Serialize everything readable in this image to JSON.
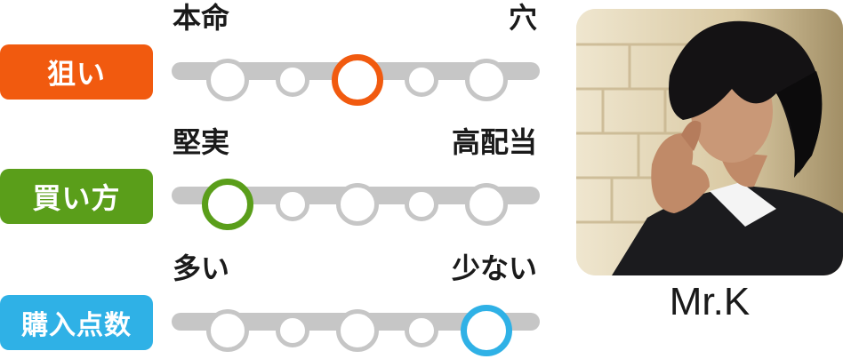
{
  "colors": {
    "track": "#c6c6c6",
    "row1_accent": "#f15a0f",
    "row2_accent": "#5a9e1a",
    "row3_accent": "#2fb1e6",
    "text": "#1a1a1a",
    "badge_text": "#ffffff"
  },
  "rows": [
    {
      "label": "狙い",
      "left_label": "本命",
      "right_label": "穴",
      "steps": 5,
      "selected_index": 2
    },
    {
      "label": "買い方",
      "left_label": "堅実",
      "right_label": "高配当",
      "steps": 5,
      "selected_index": 0
    },
    {
      "label": "購入点数",
      "left_label": "多い",
      "right_label": "少ない",
      "steps": 5,
      "selected_index": 4
    }
  ],
  "profile": {
    "name": "Mr.K",
    "photo_icon": "person-photo"
  }
}
